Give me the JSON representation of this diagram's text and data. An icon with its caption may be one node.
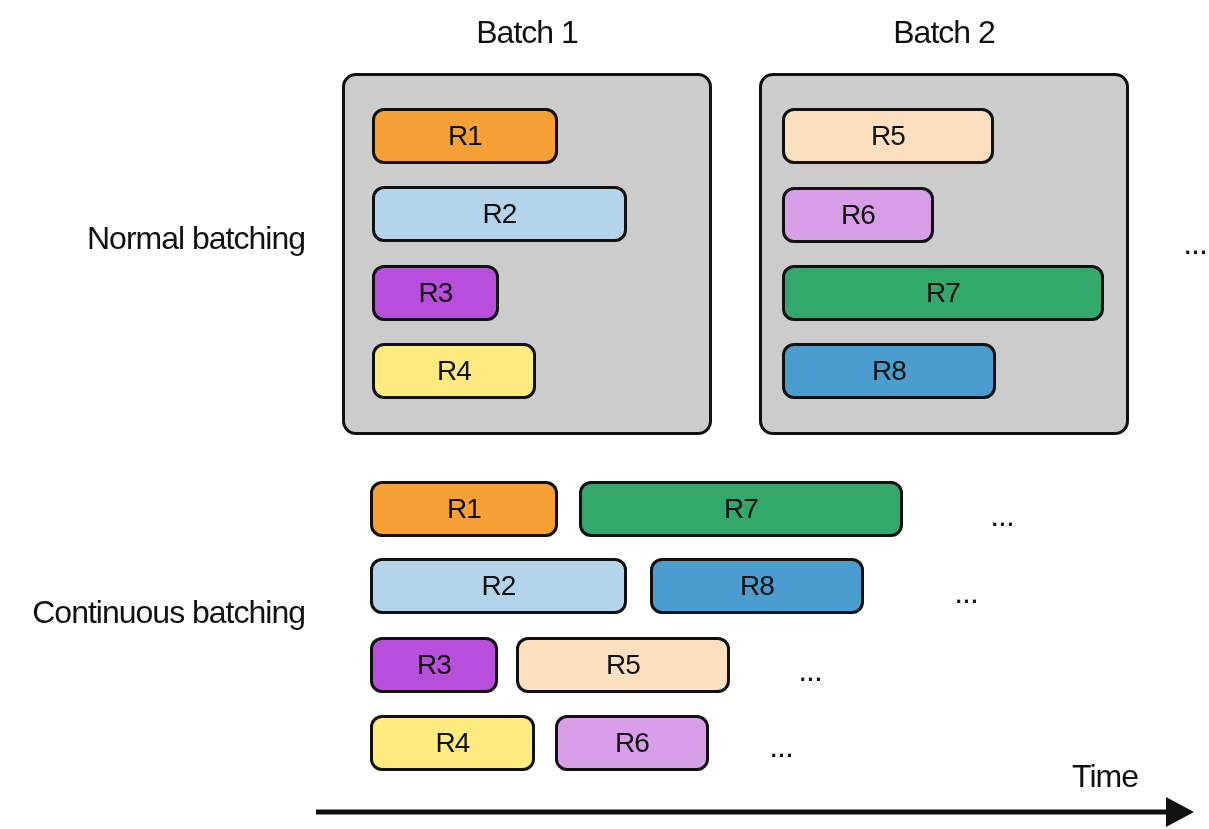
{
  "diagram": {
    "nodes": [
      {
        "text": [
          "Batch 1"
        ]
      },
      {
        "text": [
          "R1"
        ],
        "in": 0
      },
      {
        "text": [
          "R2"
        ],
        "in": 0
      },
      {
        "text": [
          "R3"
        ],
        "in": 0
      },
      {
        "text": [
          "R4"
        ],
        "in": 0
      },
      {
        "text": [
          "Batch 2"
        ]
      },
      {
        "text": [
          "R5"
        ],
        "in": 5
      },
      {
        "text": [
          "R6"
        ],
        "in": 5
      },
      {
        "text": [
          "R7"
        ],
        "in": 5
      },
      {
        "text": [
          "R8"
        ],
        "in": 5
      },
      {
        "text": [
          "R1"
        ]
      },
      {
        "text": [
          "R7"
        ]
      },
      {
        "text": [
          "R2"
        ]
      },
      {
        "text": [
          "R8"
        ]
      },
      {
        "text": [
          "R3"
        ]
      },
      {
        "text": [
          "R5"
        ]
      },
      {
        "text": [
          "R4"
        ]
      },
      {
        "text": [
          "R6"
        ]
      }
    ],
    "labels": [
      "Normal batching",
      "...",
      "...",
      "...",
      "Continuous batching",
      "...",
      "...",
      "Time"
    ]
  }
}
